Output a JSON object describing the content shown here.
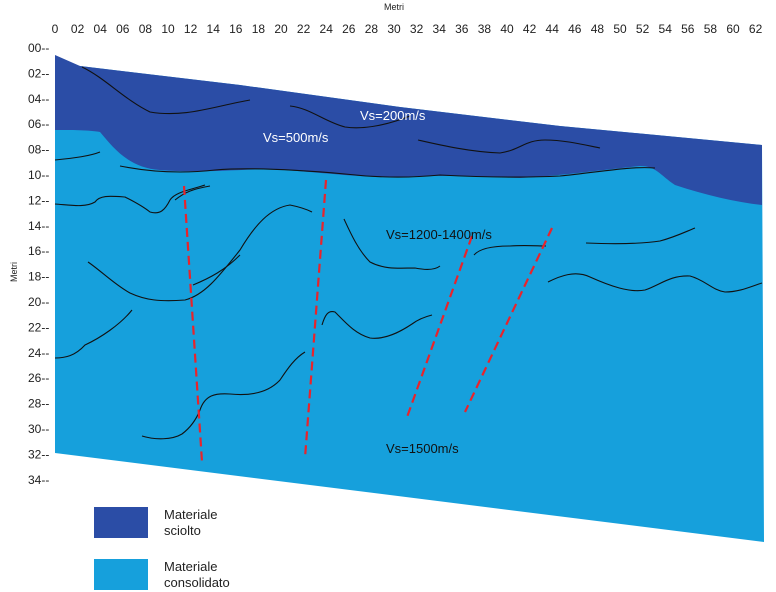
{
  "x_axis": {
    "title": "Metri",
    "ticks": [
      "0",
      "02",
      "04",
      "06",
      "08",
      "10",
      "12",
      "14",
      "16",
      "18",
      "20",
      "22",
      "24",
      "26",
      "28",
      "30",
      "32",
      "34",
      "36",
      "38",
      "40",
      "42",
      "44",
      "46",
      "48",
      "50",
      "52",
      "54",
      "56",
      "58",
      "60",
      "62"
    ]
  },
  "y_axis": {
    "title": "Metri",
    "ticks": [
      "00--",
      "02--",
      "04--",
      "06--",
      "08--",
      "10--",
      "12--",
      "14--",
      "16--",
      "18--",
      "20--",
      "22--",
      "24--",
      "26--",
      "28--",
      "30--",
      "32--",
      "34--"
    ]
  },
  "layers": {
    "sciolto_color": "#2b4da6",
    "consolidato_color": "#16a0dc",
    "fault_color": "#e8242c"
  },
  "velocity_labels": {
    "top": "Vs=200m/s",
    "upper": "Vs=500m/s",
    "middle": "Vs=1200-1400m/s",
    "bottom": "Vs=1500m/s"
  },
  "legend": {
    "sciolto": {
      "line1": "Materiale",
      "line2": "sciolto"
    },
    "consolidato": {
      "line1": "Materiale",
      "line2": "consolidato"
    }
  }
}
